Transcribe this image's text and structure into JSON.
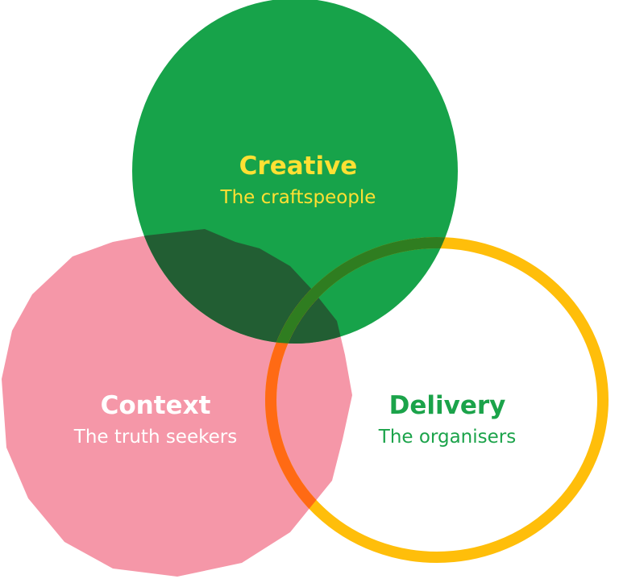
{
  "circles": {
    "creative": {
      "title": "Creative",
      "subtitle": "The craftspeople",
      "fill_color": "#17a34a",
      "title_color": "#ffe033",
      "subtitle_color": "#ffe033"
    },
    "context": {
      "title": "Context",
      "subtitle": "The truth seekers",
      "fill_color": "#f597a8",
      "title_color": "#ffffff",
      "subtitle_color": "#ffffff"
    },
    "delivery": {
      "title": "Delivery",
      "subtitle": "The organisers",
      "stroke_color": "#ffbe0a",
      "title_color": "#1ba34a",
      "subtitle_color": "#1ba34a"
    }
  },
  "overlaps": {
    "creative_context_color": "#225e33",
    "context_delivery_color": "#ff6a14",
    "creative_delivery_color": "#2f7d20"
  }
}
